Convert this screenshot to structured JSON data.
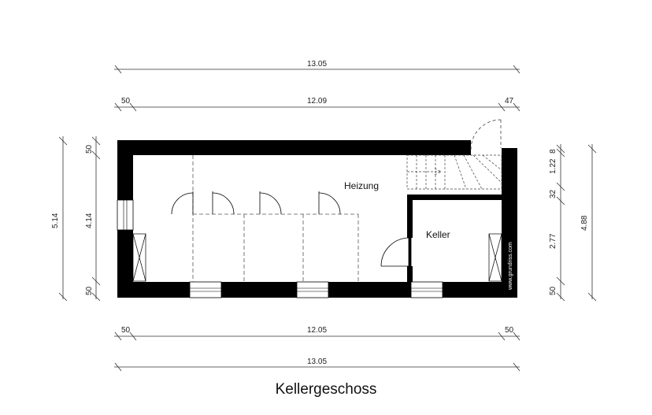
{
  "title": "Kellergeschoss",
  "watermark": "www.grundriss.com",
  "rooms": {
    "heizung": "Heizung",
    "keller": "Keller"
  },
  "dimensions": {
    "top_total": "13.05",
    "top_left": "50",
    "top_mid": "12.09",
    "top_right": "47",
    "bottom_left": "50",
    "bottom_mid": "12.05",
    "bottom_right": "50",
    "bottom_total": "13.05",
    "left_total": "5.14",
    "left_top": "50",
    "left_mid": "4.14",
    "left_bottom": "50",
    "right_total": "4.88",
    "right_a": "8",
    "right_b": "1.22",
    "right_c": "32",
    "right_d": "2.77",
    "right_e": "50"
  }
}
